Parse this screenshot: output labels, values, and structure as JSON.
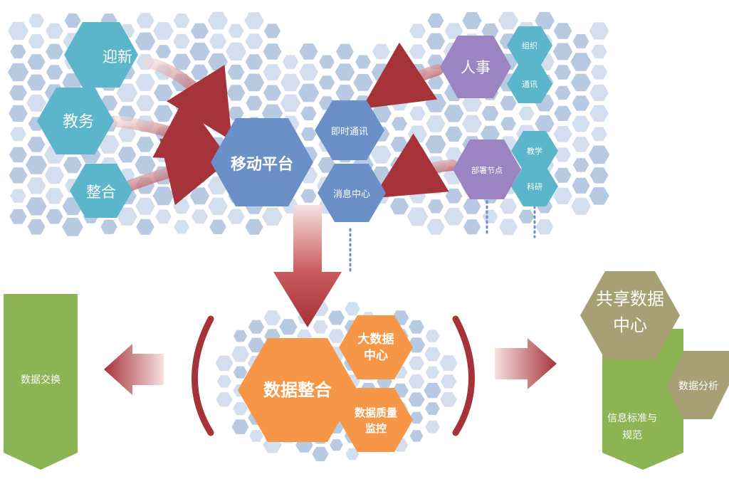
{
  "colors": {
    "mesh": "#b8c9e2",
    "mesh_light": "#d3deee",
    "blue_node": "#6b90c8",
    "teal_node": "#5bb6cc",
    "purple_node": "#9b84c1",
    "orange_node": "#f79646",
    "olive_node": "#a89f74",
    "green_panel": "#8db453",
    "arrow_red": "#a53339",
    "arrow_light": "#f2dcdb",
    "dots": "#6a8ccc",
    "text_light": "#ffffff"
  },
  "nodes": {
    "welcome": "迎新",
    "academic": "教务",
    "integration": "整合",
    "mobile_platform": "移动平台",
    "instant_messaging": "即时通讯",
    "message_center": "消息中心",
    "hr": "人事",
    "hr_sub_1": "组织",
    "hr_sub_2": "通讯",
    "department": "部署节点",
    "dept_sub_1": "教学",
    "dept_sub_2": "科研",
    "data_integration": "数据整合",
    "big_data_line1": "大数据",
    "big_data_line2": "中心",
    "quality_line1": "数据质量",
    "quality_line2": "监控",
    "data_exchange": "数据交换",
    "shared_line1": "共享数据",
    "shared_line2": "中心",
    "data_analysis": "数据分析",
    "standards_line1": "信息标准与",
    "standards_line2": "规范"
  }
}
